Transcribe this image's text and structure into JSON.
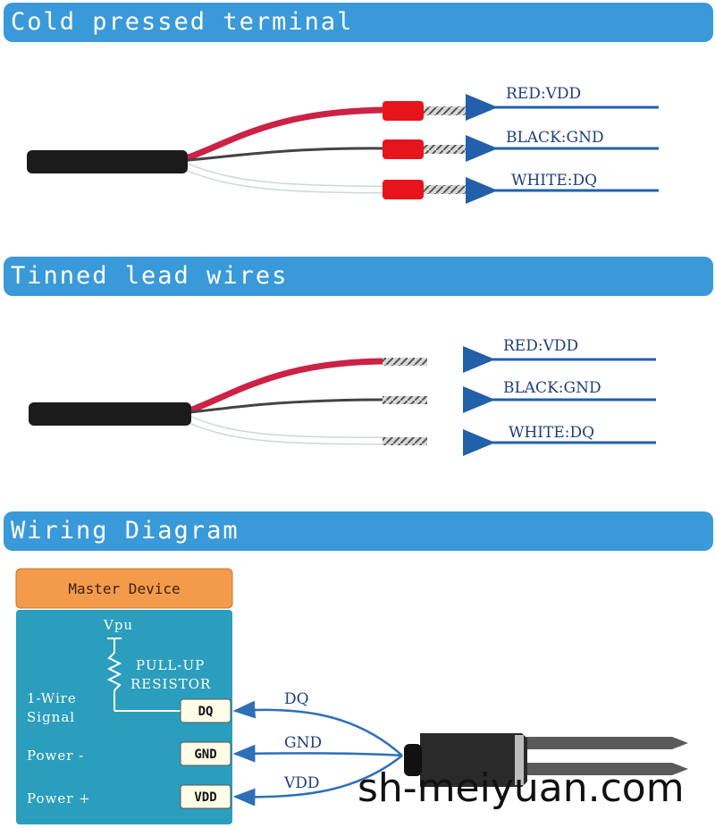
{
  "sections": {
    "cold": {
      "title": "Cold pressed terminal"
    },
    "tinned": {
      "title": "Tinned lead wires"
    },
    "wiring": {
      "title": "Wiring Diagram"
    }
  },
  "wire_labels": {
    "red": "RED:VDD",
    "black": "BLACK:GND",
    "white": "WHITE:DQ"
  },
  "diagram": {
    "master": "Master Device",
    "vpu": "Vpu",
    "pullup_line1": "PULL-UP",
    "pullup_line2": "RESISTOR",
    "one_wire_line1": "1-Wire",
    "one_wire_line2": "Signal",
    "power_minus": "Power -",
    "power_plus": "Power +",
    "pins": {
      "dq": "DQ",
      "gnd": "GND",
      "vdd": "VDD"
    },
    "line_labels": {
      "dq": "DQ",
      "gnd": "GND",
      "vdd": "VDD"
    }
  },
  "watermark": "sh-meiyuan.com",
  "colors": {
    "banner": "#3a9ad9",
    "master_header": "#f39a4b",
    "master_body": "#2b9ebd",
    "red_wire": "#cc2244",
    "terminal": "#e8141c",
    "arrow": "#2260aa"
  }
}
